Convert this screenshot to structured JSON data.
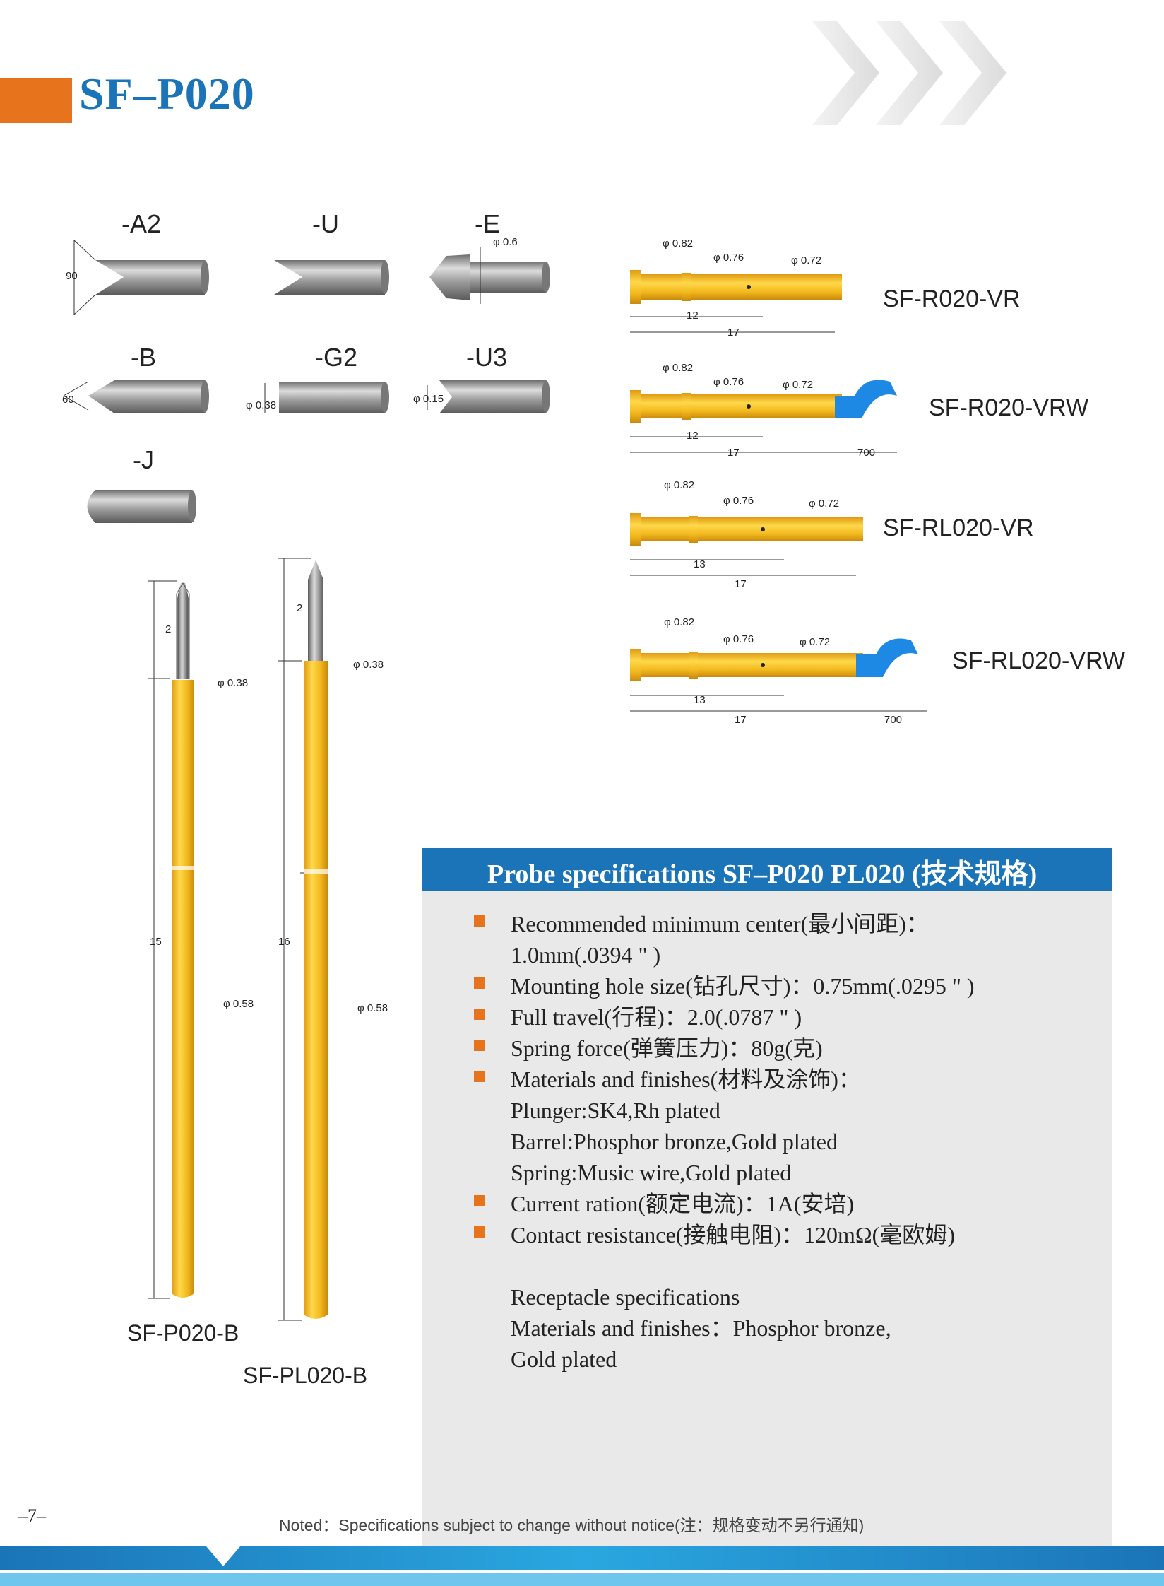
{
  "title": "SF–P020",
  "tips": [
    {
      "label": "-A2"
    },
    {
      "label": "-U"
    },
    {
      "label": "-E",
      "dim": "φ 0.6"
    },
    {
      "label": "-B",
      "dim": "60"
    },
    {
      "label": "-G2",
      "dim": "φ 0.38"
    },
    {
      "label": "-U3",
      "dim": "φ 0.15"
    },
    {
      "label": "-J"
    }
  ],
  "a2_angle": "90",
  "receptacles": [
    {
      "label": "SF-R020-VR",
      "d1": "φ 0.82",
      "d2": "φ 0.76",
      "d3": "φ 0.72",
      "l1": "12",
      "l2": "17"
    },
    {
      "label": "SF-R020-VRW",
      "d1": "φ 0.82",
      "d2": "φ 0.76",
      "d3": "φ 0.72",
      "l1": "12",
      "l2": "17",
      "l3": "700"
    },
    {
      "label": "SF-RL020-VR",
      "d1": "φ 0.82",
      "d2": "φ 0.76",
      "d3": "φ 0.72",
      "l1": "13",
      "l2": "17"
    },
    {
      "label": "SF-RL020-VRW",
      "d1": "φ 0.82",
      "d2": "φ 0.76",
      "d3": "φ 0.72",
      "l1": "13",
      "l2": "17",
      "l3": "700"
    }
  ],
  "probes": [
    {
      "label": "SF-P020-B",
      "tip_len": "2",
      "tip_dia": "φ 0.38",
      "body_len": "15",
      "body_dia": "φ 0.58"
    },
    {
      "label": "SF-PL020-B",
      "tip_len": "2",
      "tip_dia": "φ 0.38",
      "body_len": "16",
      "body_dia": "φ 0.58"
    }
  ],
  "spec": {
    "heading": "Probe specifications SF–P020 PL020 (技术规格)",
    "items": [
      {
        "bullet": true,
        "text": "Recommended minimum center(最小间距)："
      },
      {
        "bullet": false,
        "text": "1.0mm(.0394 \" )"
      },
      {
        "bullet": true,
        "text": "Mounting hole size(钻孔尺寸)：0.75mm(.0295 \" )"
      },
      {
        "bullet": true,
        "text": "Full travel(行程)：2.0(.0787 \" )"
      },
      {
        "bullet": true,
        "text": "Spring force(弹簧压力)：80g(克)"
      },
      {
        "bullet": true,
        "text": "Materials and finishes(材料及涂饰)："
      },
      {
        "bullet": false,
        "text": "Plunger:SK4,Rh plated"
      },
      {
        "bullet": false,
        "text": "Barrel:Phosphor bronze,Gold plated"
      },
      {
        "bullet": false,
        "text": "Spring:Music wire,Gold plated"
      },
      {
        "bullet": true,
        "text": "Current ration(额定电流)：1A(安培)"
      },
      {
        "bullet": true,
        "text": "Contact resistance(接触电阻)：120mΩ(毫欧姆)"
      }
    ],
    "receptacle_title": "Receptacle specifications",
    "receptacle_lines": [
      "Materials and finishes：Phosphor bronze,",
      "Gold plated"
    ]
  },
  "note": "Noted：Specifications subject to change without notice(注：规格变动不另行通知)",
  "page_number": "–7–",
  "colors": {
    "accent_orange": "#e8731d",
    "brand_blue": "#1b74b8",
    "gold": "#f2b81d",
    "wire_blue": "#1e88e5",
    "steel": "#9a9a9a"
  }
}
